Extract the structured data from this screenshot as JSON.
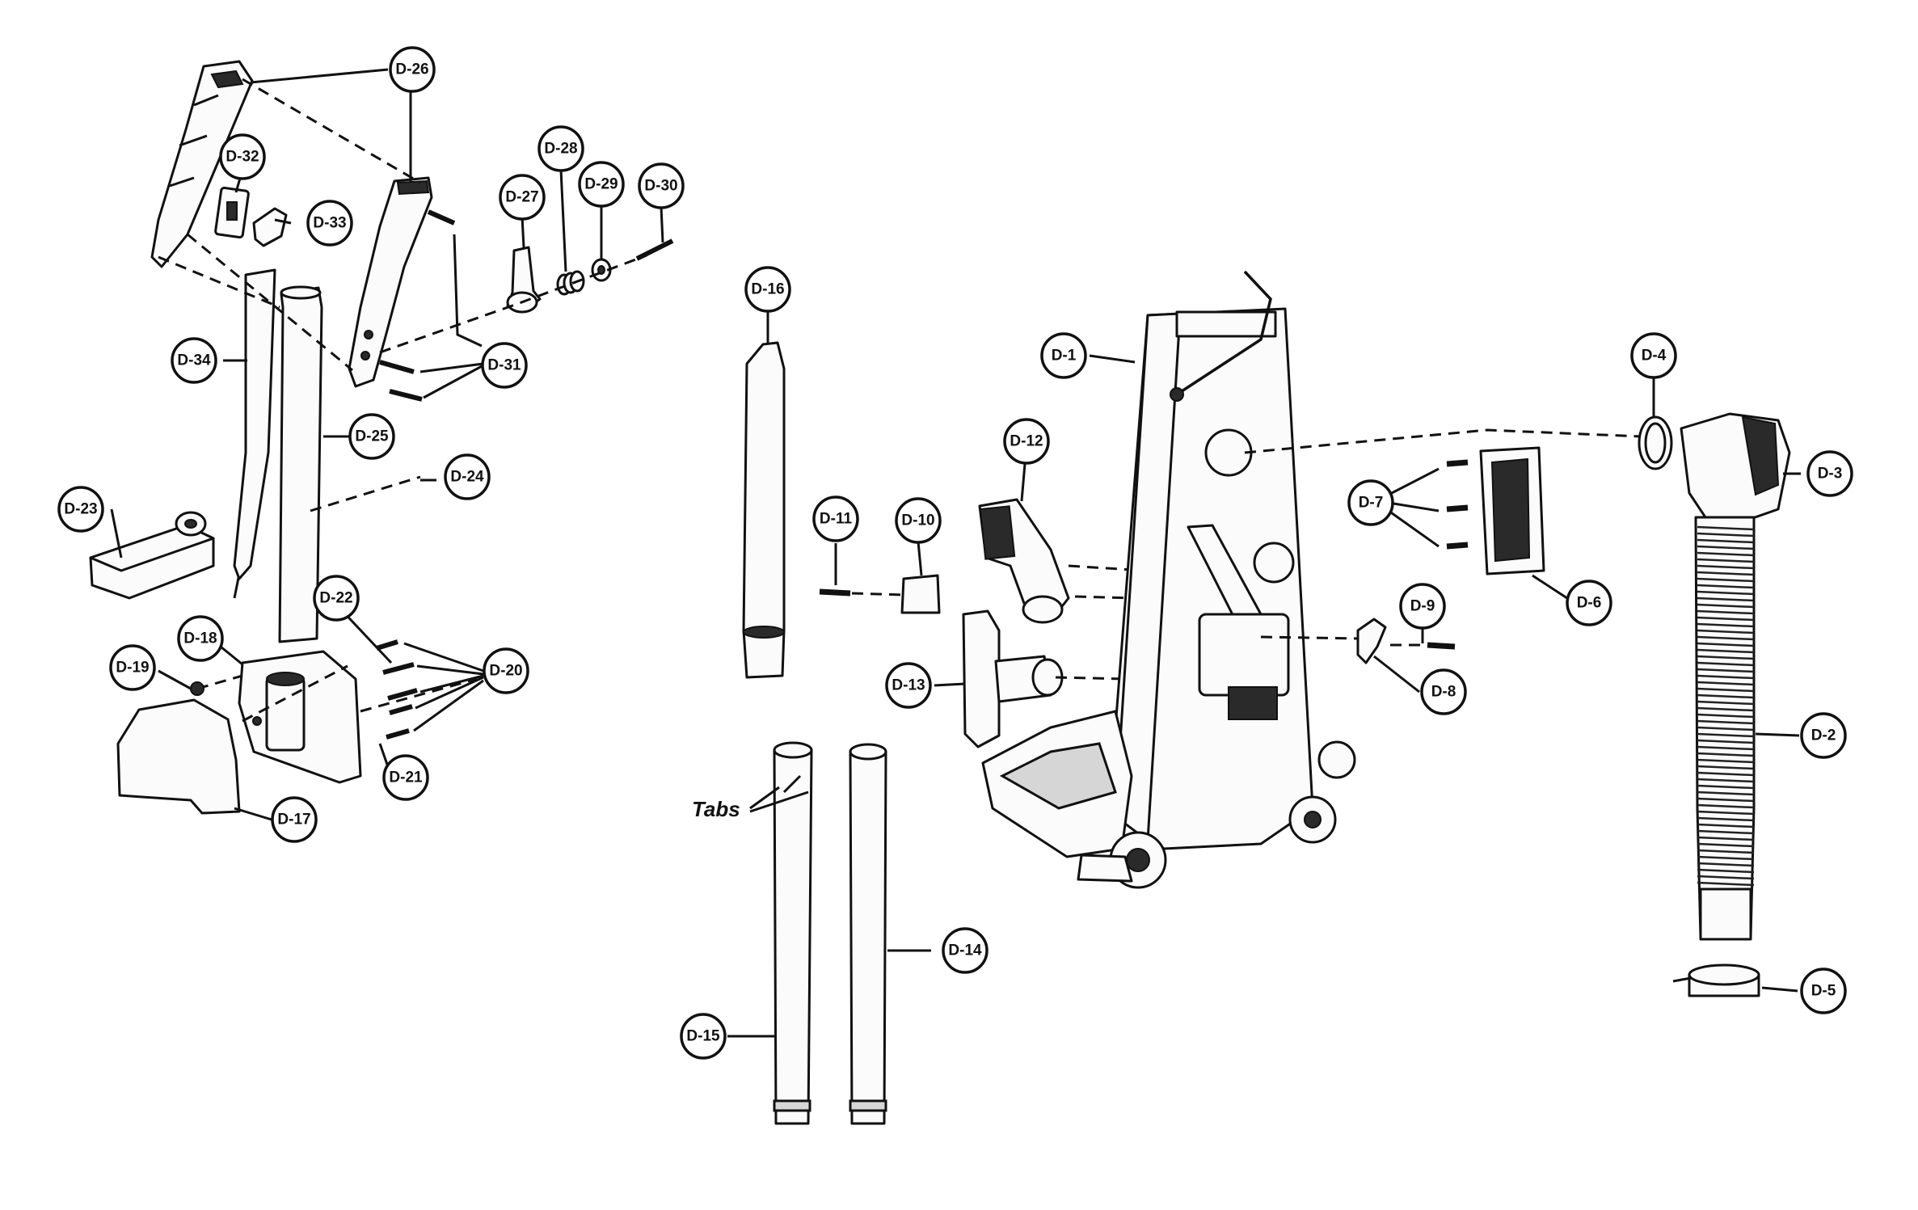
{
  "diagram": {
    "callouts": [
      {
        "id": "D-1",
        "label": "D-1"
      },
      {
        "id": "D-2",
        "label": "D-2"
      },
      {
        "id": "D-3",
        "label": "D-3"
      },
      {
        "id": "D-4",
        "label": "D-4"
      },
      {
        "id": "D-5",
        "label": "D-5"
      },
      {
        "id": "D-6",
        "label": "D-6"
      },
      {
        "id": "D-7",
        "label": "D-7"
      },
      {
        "id": "D-8",
        "label": "D-8"
      },
      {
        "id": "D-9",
        "label": "D-9"
      },
      {
        "id": "D-10",
        "label": "D-10"
      },
      {
        "id": "D-11",
        "label": "D-11"
      },
      {
        "id": "D-12",
        "label": "D-12"
      },
      {
        "id": "D-13",
        "label": "D-13"
      },
      {
        "id": "D-14",
        "label": "D-14"
      },
      {
        "id": "D-15",
        "label": "D-15"
      },
      {
        "id": "D-16",
        "label": "D-16"
      },
      {
        "id": "D-17",
        "label": "D-17"
      },
      {
        "id": "D-18",
        "label": "D-18"
      },
      {
        "id": "D-19",
        "label": "D-19"
      },
      {
        "id": "D-20",
        "label": "D-20"
      },
      {
        "id": "D-21",
        "label": "D-21"
      },
      {
        "id": "D-22",
        "label": "D-22"
      },
      {
        "id": "D-23",
        "label": "D-23"
      },
      {
        "id": "D-24",
        "label": "D-24"
      },
      {
        "id": "D-25",
        "label": "D-25"
      },
      {
        "id": "D-26",
        "label": "D-26"
      },
      {
        "id": "D-27",
        "label": "D-27"
      },
      {
        "id": "D-28",
        "label": "D-28"
      },
      {
        "id": "D-29",
        "label": "D-29"
      },
      {
        "id": "D-30",
        "label": "D-30"
      },
      {
        "id": "D-31",
        "label": "D-31"
      },
      {
        "id": "D-32",
        "label": "D-32"
      },
      {
        "id": "D-33",
        "label": "D-33"
      },
      {
        "id": "D-34",
        "label": "D-34"
      }
    ],
    "tabs_label": "Tabs",
    "colors": {
      "ink": "#111111",
      "paper": "#ffffff"
    }
  }
}
